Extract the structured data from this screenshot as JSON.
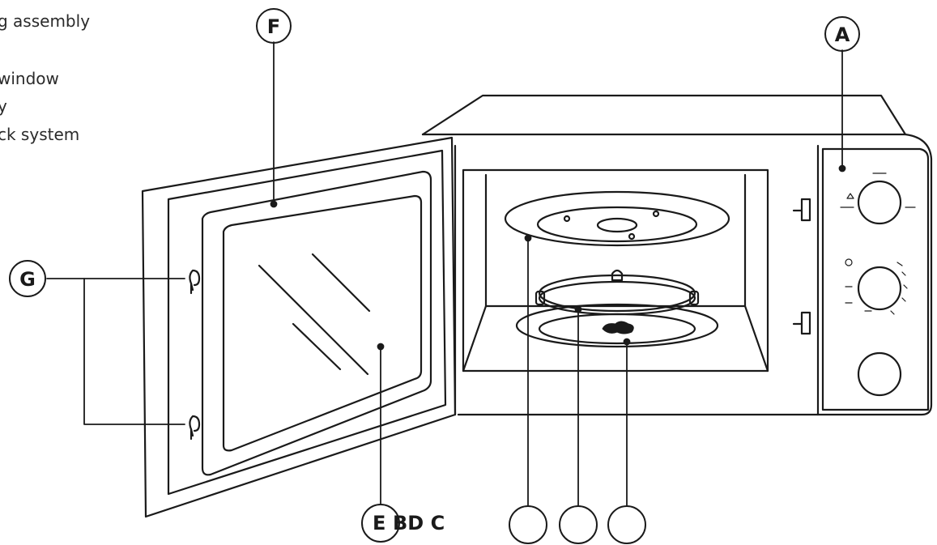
{
  "legend": {
    "lines": [
      "g assembly",
      "window",
      "y",
      "ck system"
    ]
  },
  "callouts": {
    "A": "A",
    "F": "F",
    "G": "G"
  },
  "bottom_labels": {
    "E": "E",
    "BDC": "BD C"
  }
}
